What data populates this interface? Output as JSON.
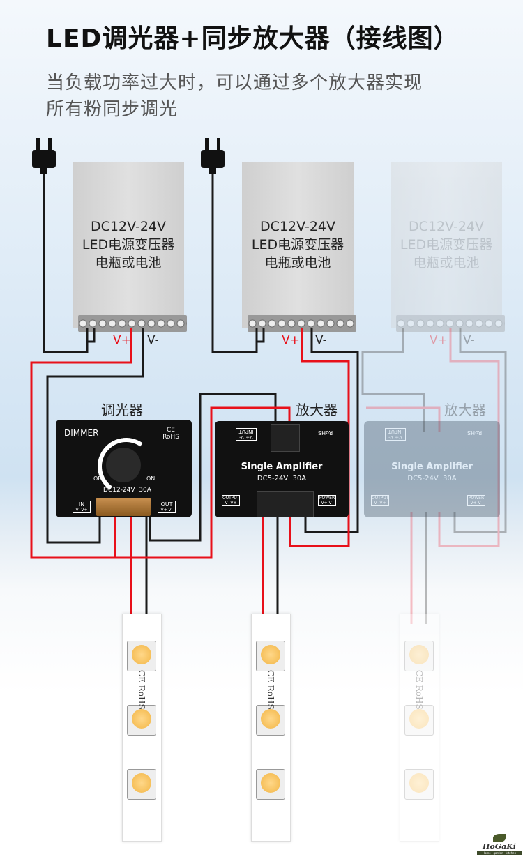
{
  "title": "LED调光器+同步放大器（接线图）",
  "subtitle": [
    "当负载功率过大时，可以通过多个放大器实现",
    "所有粉同步调光"
  ],
  "power_supplies": [
    {
      "lines": [
        "DC12V-24V",
        "LED电源变压器",
        "电瓶或电池"
      ],
      "v_plus": "V+",
      "v_minus": "V-"
    },
    {
      "lines": [
        "DC12V-24V",
        "LED电源变压器",
        "电瓶或电池"
      ],
      "v_plus": "V+",
      "v_minus": "V-"
    },
    {
      "lines": [
        "DC12V-24V",
        "LED电源变压器",
        "电瓶或电池"
      ],
      "v_plus": "V+",
      "v_minus": "V-"
    }
  ],
  "dimmer": {
    "label": "调光器",
    "brand": "DIMMER",
    "cert": "CE RoHS",
    "off": "OFF",
    "on": "ON",
    "rating": "DC12-24V  30A",
    "in": "IN",
    "in_pins": "V- V+",
    "out": "OUT",
    "out_pins": "V+ V-"
  },
  "amplifiers": [
    {
      "label": "放大器",
      "name": "Single Amplifier",
      "rating": "DC5-24V  30A",
      "input": "INPUT",
      "input_pins": "V+ V-",
      "rohs": "RoHS",
      "output": "OUTPUT",
      "output_pins": "V- V+",
      "power": "POWER",
      "power_pins": "V+ V-"
    },
    {
      "label": "放大器",
      "name": "Single Amplifier",
      "rating": "DC5-24V  30A",
      "input": "INPUT",
      "input_pins": "V+ V-",
      "rohs": "RoHS",
      "output": "OUTPUT",
      "output_pins": "V- V+",
      "power": "POWER",
      "power_pins": "V+ V-"
    }
  ],
  "strip": {
    "cert": "CE RoHS"
  },
  "logo": {
    "name": "HoGaKi",
    "tagline": "Home · garden · kitchen"
  },
  "colors": {
    "red": "#e8101a",
    "black": "#1a1a1a"
  }
}
